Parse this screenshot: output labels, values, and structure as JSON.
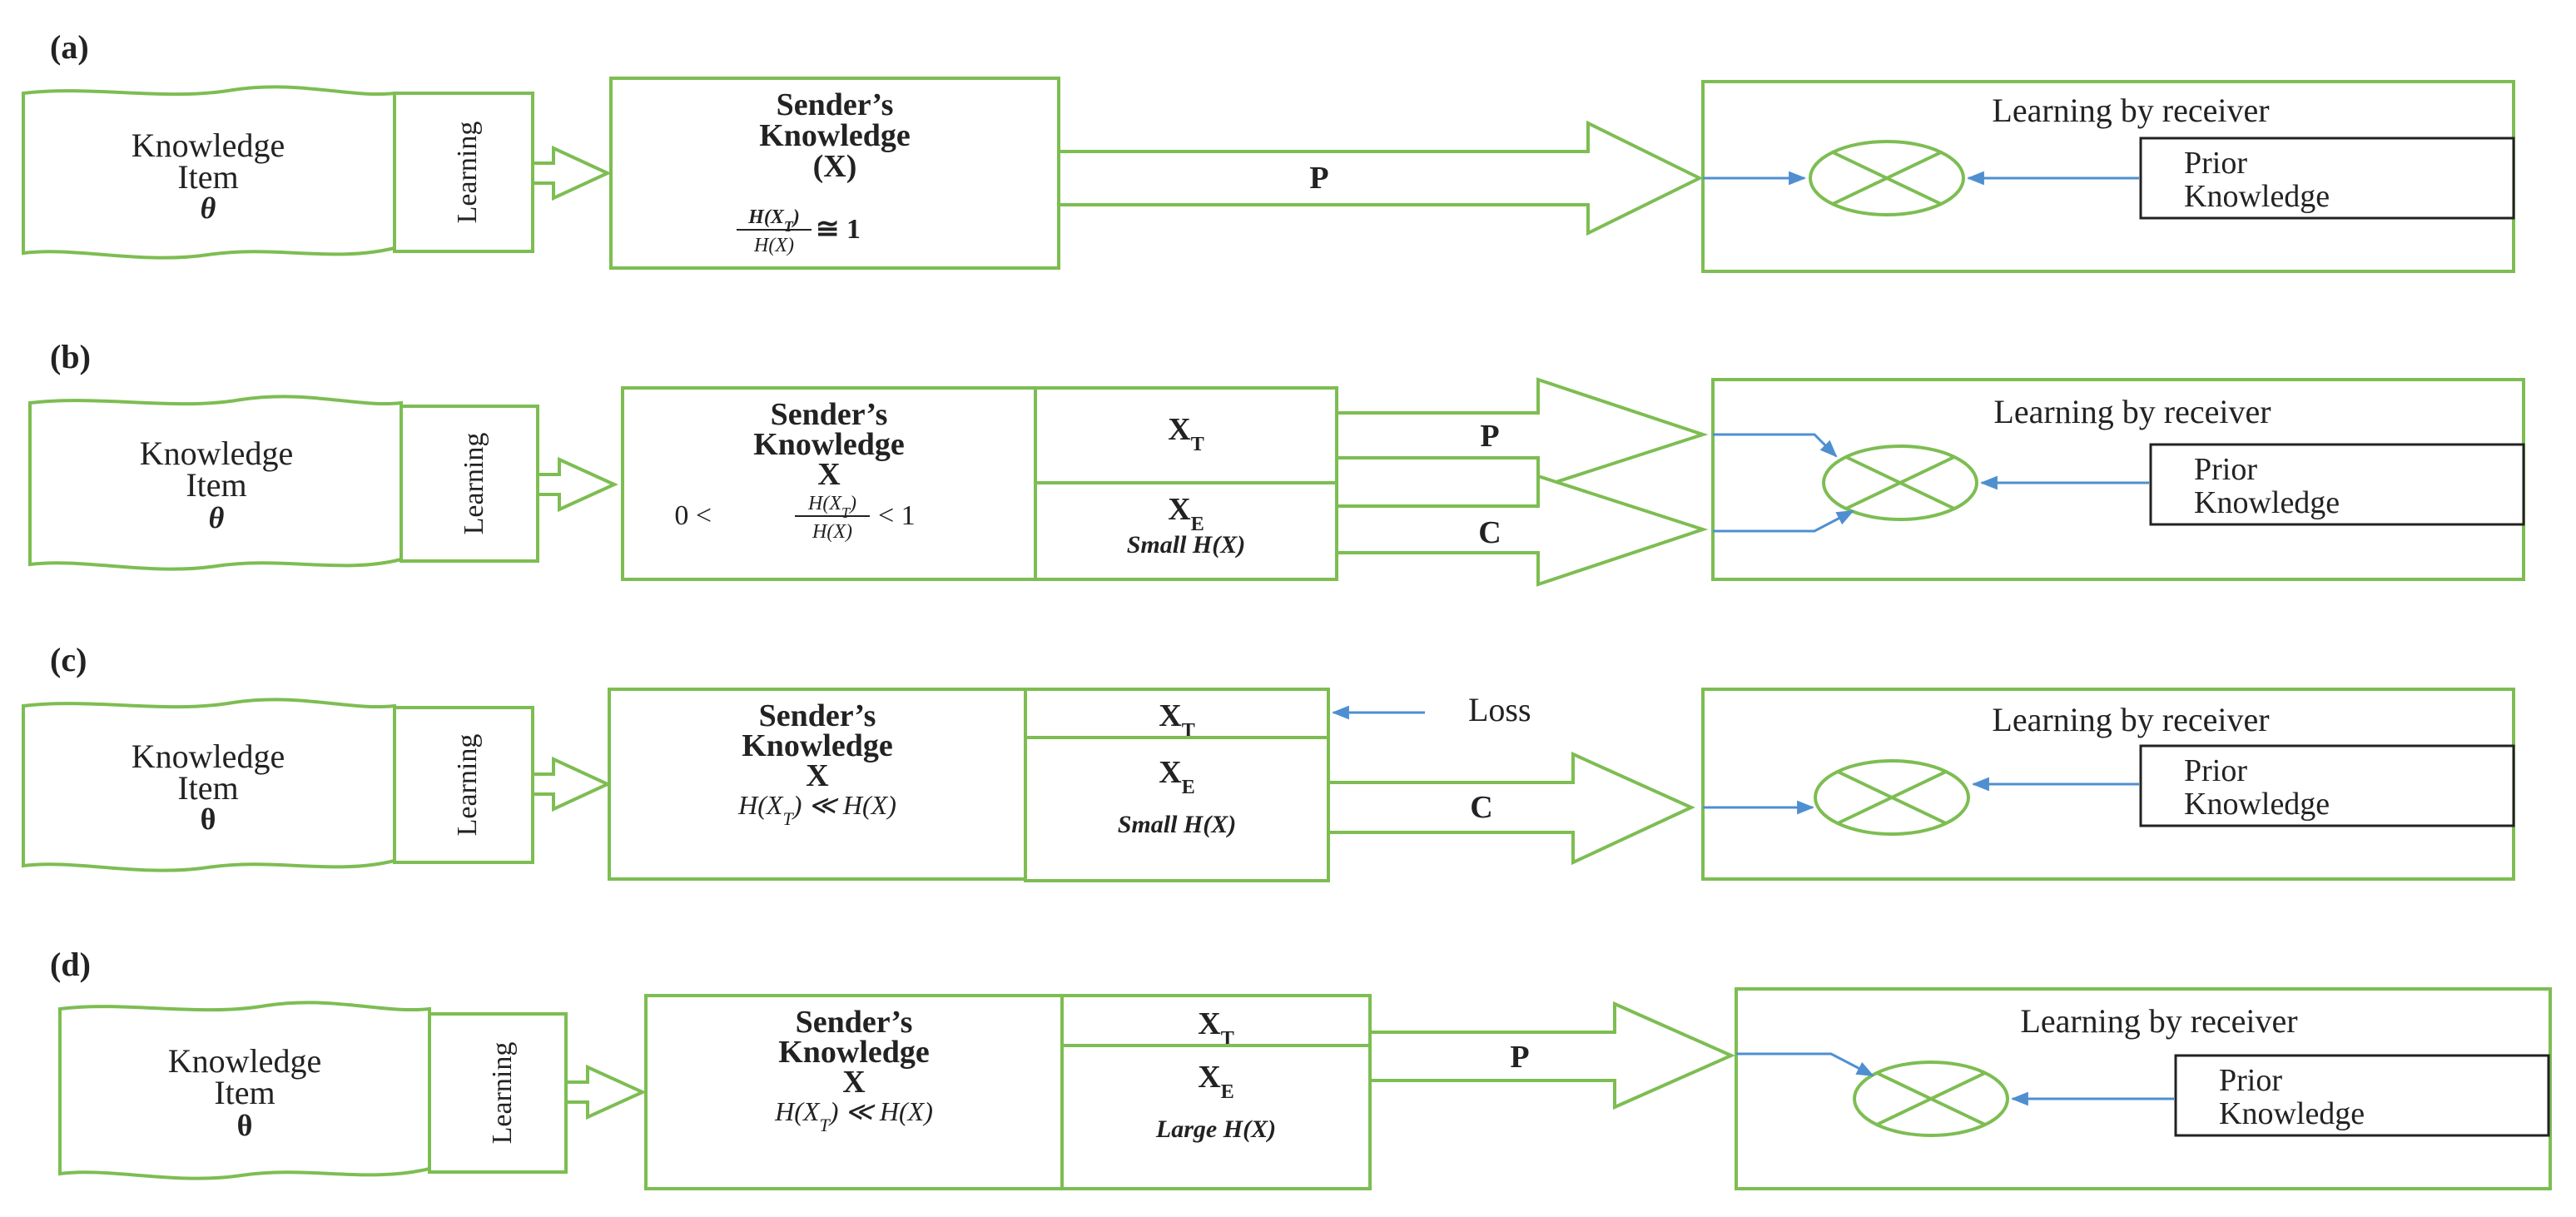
{
  "colors": {
    "green": "#7dbd52",
    "blue": "#4f8fd0",
    "black": "#222222"
  },
  "icons": {
    "sum": "circle-with-x-icon",
    "arrow": "hollow-block-arrow-icon"
  },
  "panels": [
    {
      "label": "(a)",
      "item": {
        "line1": "Knowledge",
        "line2": "Item",
        "symbol": "θ"
      },
      "learning": "Learning",
      "sender": {
        "line1": "Sender’s",
        "line2": "Knowledge",
        "line3": "(X)",
        "formula_num": "H(X",
        "formula_num_sub": "T",
        "formula_num_end": ")",
        "formula_den": "H(X)",
        "formula_rel": "≅ 1"
      },
      "channels": [
        {
          "label": "P"
        }
      ],
      "receiver": {
        "title": "Learning by receiver",
        "prior1": "Prior",
        "prior2": "Knowledge"
      }
    },
    {
      "label": "(b)",
      "item": {
        "line1": "Knowledge",
        "line2": "Item",
        "symbol": "θ"
      },
      "learning": "Learning",
      "sender": {
        "line1": "Sender’s",
        "line2": "Knowledge",
        "line3": "X",
        "formula_left": "0 <",
        "formula_num": "H(X",
        "formula_num_sub": "T",
        "formula_num_end": ")",
        "formula_den": "H(X)",
        "formula_right": "< 1"
      },
      "parts": [
        {
          "main": "X",
          "sub": "T"
        },
        {
          "main": "X",
          "sub": "E",
          "note": "Small H(X)"
        }
      ],
      "channels": [
        {
          "label": "P"
        },
        {
          "label": "C"
        }
      ],
      "receiver": {
        "title": "Learning by receiver",
        "prior1": "Prior",
        "prior2": "Knowledge"
      }
    },
    {
      "label": "(c)",
      "item": {
        "line1": "Knowledge",
        "line2": "Item",
        "symbol": "θ"
      },
      "learning": "Learning",
      "sender": {
        "line1": "Sender’s",
        "line2": "Knowledge",
        "line3": "X",
        "formula": "H(X",
        "formula_sub": "T",
        "formula_end": ") ≪ H(X)"
      },
      "parts": [
        {
          "main": "X",
          "sub": "T"
        },
        {
          "main": "X",
          "sub": "E",
          "note": "Small H(X)"
        }
      ],
      "loss": "Loss",
      "channels": [
        {
          "label": "C"
        }
      ],
      "receiver": {
        "title": "Learning by receiver",
        "prior1": "Prior",
        "prior2": "Knowledge"
      }
    },
    {
      "label": "(d)",
      "item": {
        "line1": "Knowledge",
        "line2": "Item",
        "symbol": "θ"
      },
      "learning": "Learning",
      "sender": {
        "line1": "Sender’s",
        "line2": "Knowledge",
        "line3": "X",
        "formula": "H(X",
        "formula_sub": "T",
        "formula_end": ") ≪ H(X)"
      },
      "parts": [
        {
          "main": "X",
          "sub": "T"
        },
        {
          "main": "X",
          "sub": "E",
          "note": "Large H(X)"
        }
      ],
      "channels": [
        {
          "label": "P"
        }
      ],
      "receiver": {
        "title": "Learning by receiver",
        "prior1": "Prior",
        "prior2": "Knowledge"
      }
    }
  ]
}
